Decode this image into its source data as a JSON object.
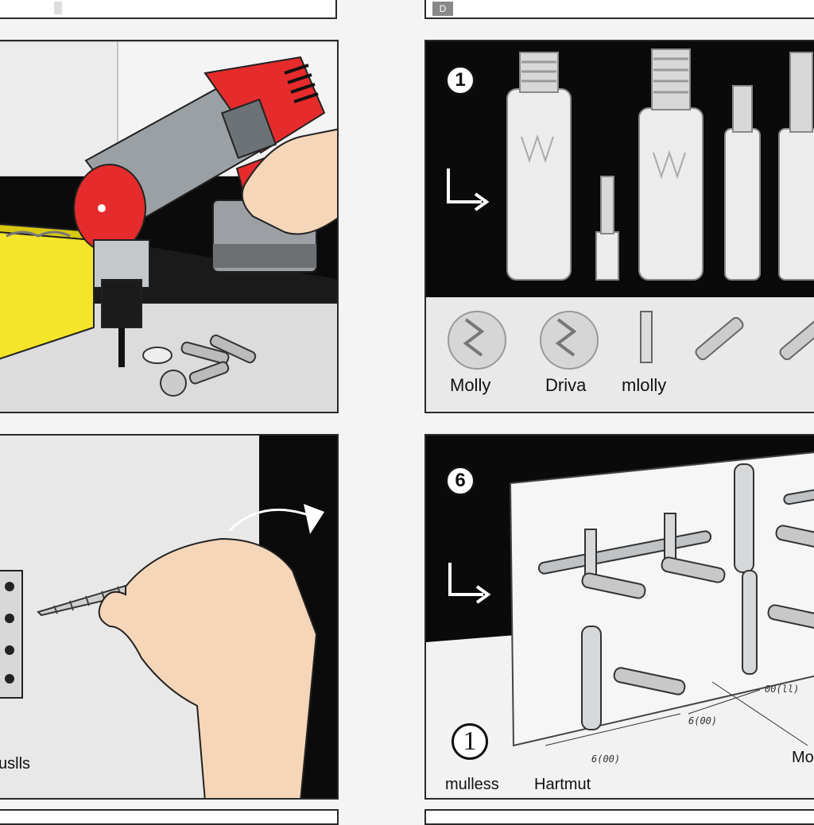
{
  "top_strip": {
    "right_tab": "D"
  },
  "panel_anchors": {
    "step_number": "1",
    "labels": [
      "Molly",
      "Driva",
      "mlolly"
    ]
  },
  "panel_wall": {
    "step_number": "6",
    "circle_number": "1",
    "caption_left": "mulless",
    "caption_mid": "Hartmut",
    "caption_right": "Mo",
    "dims": [
      "6(00)",
      "6(00)",
      "00(ll)"
    ]
  },
  "panel_hand": {
    "caption": "uslls"
  },
  "icons": [
    "drill-icon",
    "arrow-return-icon",
    "curved-arrow-icon"
  ],
  "colors": {
    "drill_red": "#e52b2b",
    "box_yellow": "#f3e52a",
    "black_bg": "#0a0a0a",
    "skin": "#f6d6b8"
  }
}
